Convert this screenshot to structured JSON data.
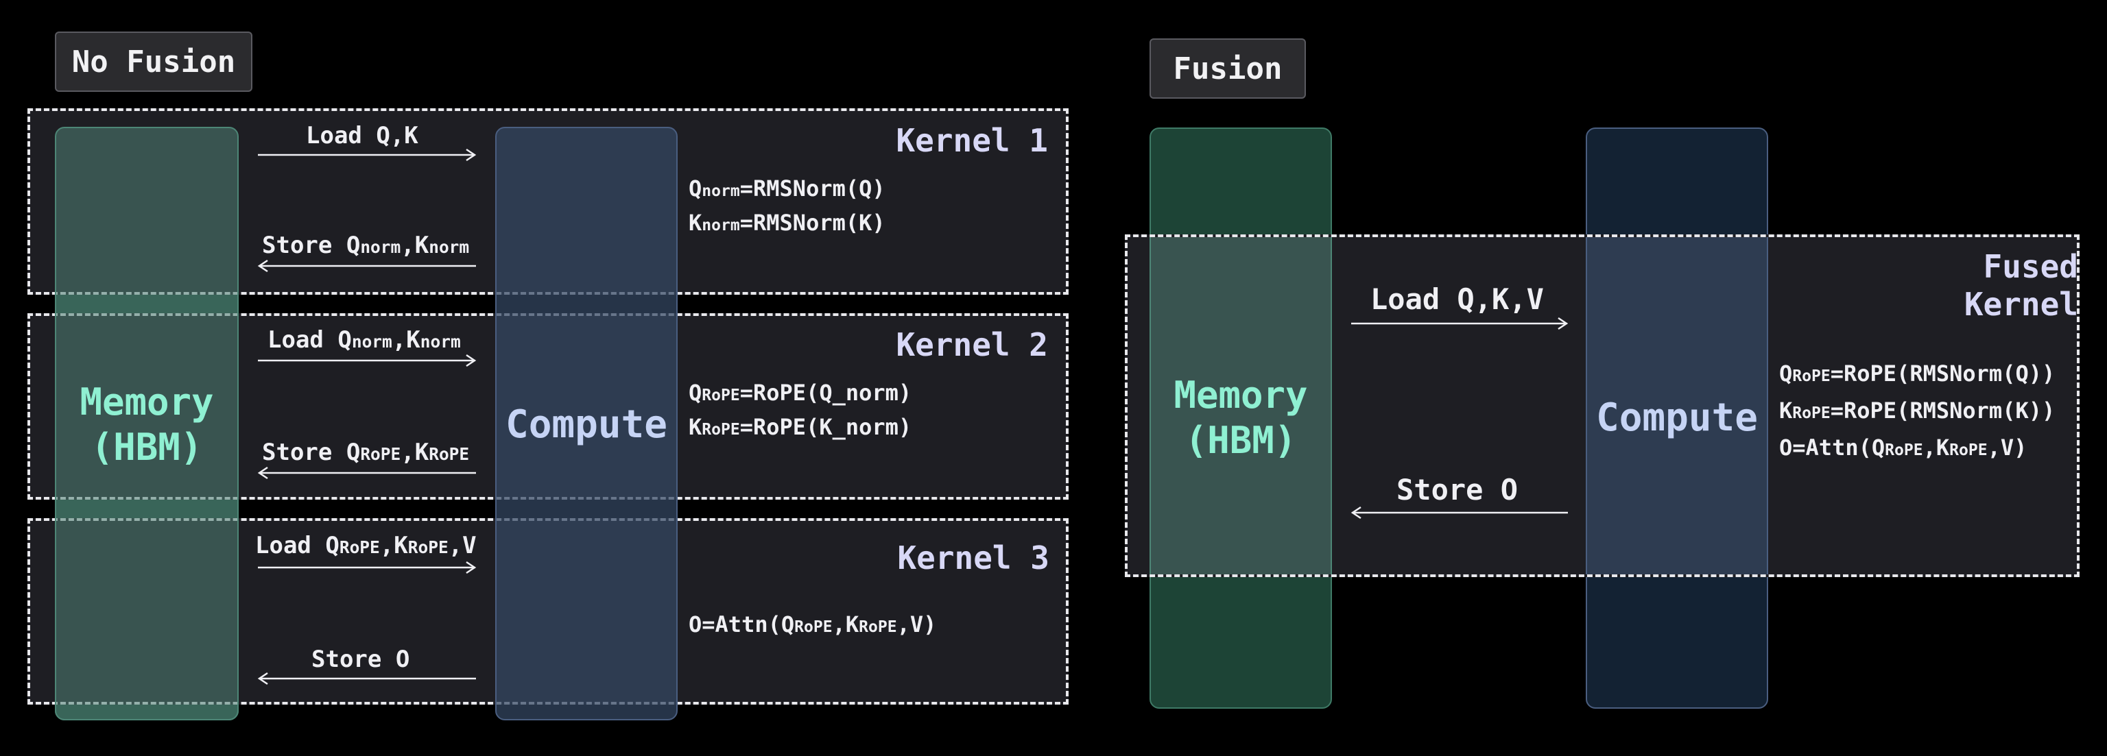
{
  "colors": {
    "background": "#000000",
    "kernel_fill": "#1e1e23",
    "memory_fill_overlay": "#36544f",
    "memory_fill_plain": "#1d4436",
    "compute_fill_overlay": "#2a3a50",
    "compute_fill_plain": "#132233",
    "memory_text": "#8ff0d2",
    "compute_text": "#c6d4f5",
    "kernel_label": "#d8d8f6"
  },
  "no_fusion": {
    "title": "No Fusion",
    "memory_label": "Memory\n(HBM)",
    "compute_label": "Compute",
    "kernels": [
      {
        "label": "Kernel 1",
        "load": {
          "main": "Load Q,K",
          "parts": []
        },
        "store": {
          "prefix": "Store ",
          "parts": [
            {
              "c": "Q",
              "s": "norm"
            },
            {
              "t": ","
            },
            {
              "c": "K",
              "s": "norm"
            }
          ]
        },
        "ops": [
          [
            {
              "c": "Q",
              "s": "norm"
            },
            {
              "t": "=RMSNorm(Q)"
            }
          ],
          [
            {
              "c": "K",
              "s": "norm"
            },
            {
              "t": "=RMSNorm(K)"
            }
          ]
        ]
      },
      {
        "label": "Kernel 2",
        "load": {
          "prefix": "Load ",
          "parts": [
            {
              "c": "Q",
              "s": "norm"
            },
            {
              "t": ","
            },
            {
              "c": "K",
              "s": "norm"
            }
          ]
        },
        "store": {
          "prefix": "Store ",
          "parts": [
            {
              "c": "Q",
              "s": "RoPE"
            },
            {
              "t": ","
            },
            {
              "c": "K",
              "s": "RoPE"
            }
          ]
        },
        "ops": [
          [
            {
              "c": "Q",
              "s": "RoPE"
            },
            {
              "t": "=RoPE(Q_norm)"
            }
          ],
          [
            {
              "c": "K",
              "s": "RoPE"
            },
            {
              "t": "=RoPE(K_norm)"
            }
          ]
        ]
      },
      {
        "label": "Kernel 3",
        "load": {
          "prefix": "Load ",
          "parts": [
            {
              "c": "Q",
              "s": "RoPE"
            },
            {
              "t": ","
            },
            {
              "c": "K",
              "s": "RoPE"
            },
            {
              "t": ",V"
            }
          ]
        },
        "store": {
          "main": "Store O",
          "parts": []
        },
        "ops": [
          [
            {
              "t": "O=Attn("
            },
            {
              "c": "Q",
              "s": "RoPE"
            },
            {
              "t": ","
            },
            {
              "c": "K",
              "s": "RoPE"
            },
            {
              "t": ",V)"
            }
          ]
        ]
      }
    ]
  },
  "fusion": {
    "title": "Fusion",
    "memory_label": "Memory\n(HBM)",
    "compute_label": "Compute",
    "kernel_label": "Fused\nKernel",
    "load": "Load Q,K,V",
    "store": "Store O",
    "ops": [
      [
        {
          "c": "Q",
          "s": "RoPE"
        },
        {
          "t": "=RoPE(RMSNorm(Q))"
        }
      ],
      [
        {
          "c": "K",
          "s": "RoPE"
        },
        {
          "t": "=RoPE(RMSNorm(K))"
        }
      ],
      [
        {
          "t": "O=Attn("
        },
        {
          "c": "Q",
          "s": "RoPE"
        },
        {
          "t": ","
        },
        {
          "c": "K",
          "s": "RoPE"
        },
        {
          "t": ",V)"
        }
      ]
    ]
  }
}
